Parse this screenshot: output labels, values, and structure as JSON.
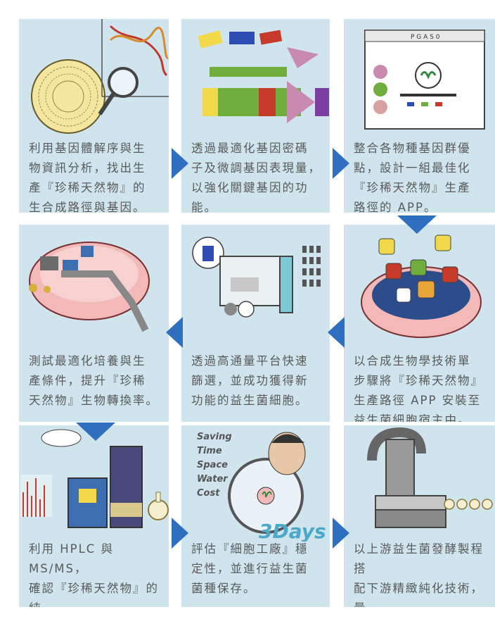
{
  "steps": [
    {
      "caption": "利用基因體解序與生\n物資訊分析，找出生\n產『珍稀天然物』的\n生合成路徑與基因。"
    },
    {
      "caption": "透過最適化基因密碼\n子及微調基因表現量，\n以強化關鍵基因的功\n能。"
    },
    {
      "caption": "整合各物種基因群優\n點，設計一組最佳化\n『珍稀天然物』生產\n路徑的 APP。"
    },
    {
      "caption": "以合成生物學技術單\n步驟將『珍稀天然物』\n生產路徑 APP 安裝至\n益生菌細胞宿主中。"
    },
    {
      "caption": "透過高通量平台快速\n篩選，並成功獲得新\n功能的益生菌細胞。"
    },
    {
      "caption": "測試最適化培養與生\n產條件，提升『珍稀\n天然物』生物轉換率。"
    },
    {
      "caption": "利用 HPLC 與 MS/MS，\n確認『珍稀天然物』的純\n度、分子量及構型。"
    },
    {
      "caption": "評估『細胞工廠』穩\n定性，並進行益生菌\n菌種保存。"
    },
    {
      "caption": "以上游益生菌發酵製程搭\n配下游精緻純化技術，量\n產『珍稀天然物』。"
    }
  ],
  "illustration_text": {
    "saving": "Saving",
    "time": "Time",
    "space": "Space",
    "water": "Water",
    "cost": "Cost",
    "days": "3Days",
    "app_window_title": "P G A S 0"
  },
  "colors": {
    "panel_bg": "#cfe4ec",
    "arrow": "#2f6fc0",
    "caption_text": "#5a5a5a"
  }
}
